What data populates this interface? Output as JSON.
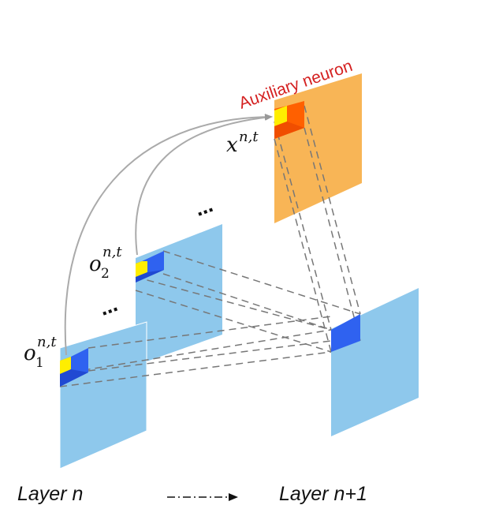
{
  "labels": {
    "auxiliary_neuron": "Auxiliary neuron",
    "x_main": "x",
    "x_sup": "n,t",
    "o2_main": "o",
    "o2_sub": "2",
    "o2_sup": "n,t",
    "o1_main": "o",
    "o1_sub": "1",
    "o1_sup": "n,t",
    "dots_top": "⋯",
    "dots_mid": "⋯",
    "layer_n": "Layer n",
    "layer_n1": "Layer n+1"
  },
  "colors": {
    "feature_map_blue": "#8ec8ec",
    "neuron_blue": "#2f62f0",
    "neuron_blue_dark": "#1a3fc4",
    "highlight_yellow": "#ffee00",
    "aux_map_orange": "#f8b556",
    "aux_neuron_orange": "#ff6000",
    "aux_label_red": "#d42020",
    "dashed_gray": "#777777",
    "arrow_gray": "#aaaaaa"
  }
}
